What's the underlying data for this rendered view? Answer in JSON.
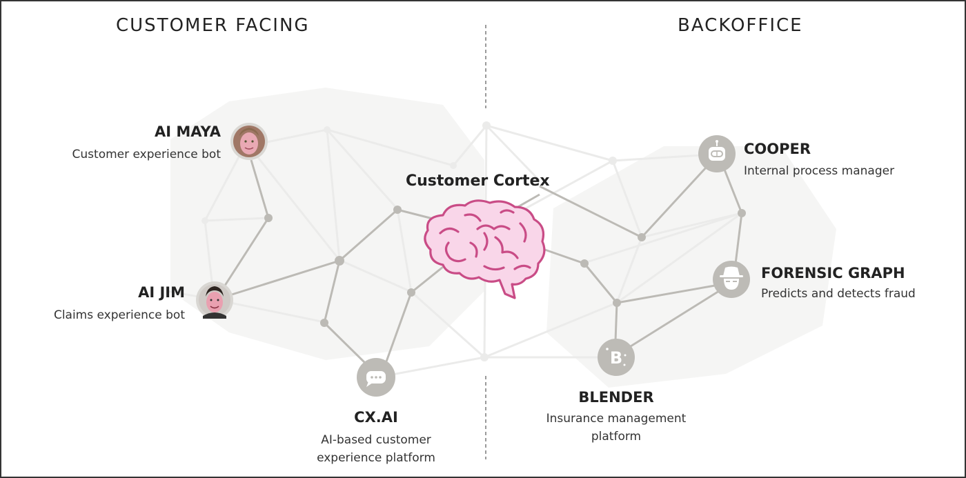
{
  "headers": {
    "left": "CUSTOMER FACING",
    "right": "BACKOFFICE"
  },
  "center": {
    "title": "Customer Cortex",
    "icon": "brain-icon",
    "color": "#cc4d88",
    "fill": "#f8d4e8"
  },
  "products": [
    {
      "id": "ai-maya",
      "title": "AI MAYA",
      "subtitle": "Customer experience bot",
      "icon": "avatar-woman-photo",
      "section": "customer-facing"
    },
    {
      "id": "ai-jim",
      "title": "AI JIM",
      "subtitle": "Claims experience bot",
      "icon": "avatar-man-photo",
      "section": "customer-facing"
    },
    {
      "id": "cx-ai",
      "title": "CX.AI",
      "subtitle_lines": [
        "AI-based customer",
        "experience platform"
      ],
      "icon": "chat-bubble-icon",
      "section": "customer-facing"
    },
    {
      "id": "cooper",
      "title": "COOPER",
      "subtitle": "Internal process manager",
      "icon": "robot-icon",
      "section": "backoffice"
    },
    {
      "id": "forensic-graph",
      "title": "FORENSIC GRAPH",
      "subtitle": "Predicts and detects fraud",
      "icon": "spy-icon",
      "section": "backoffice"
    },
    {
      "id": "blender",
      "title": "BLENDER",
      "subtitle_lines": [
        "Insurance management",
        "platform"
      ],
      "icon": "blender-b-icon",
      "section": "backoffice"
    }
  ],
  "colors": {
    "node": "#bdbbb6",
    "edge_strong": "#bbb9b4",
    "edge_faint": "#e8e8e6",
    "halo": "#f3f3f2"
  }
}
